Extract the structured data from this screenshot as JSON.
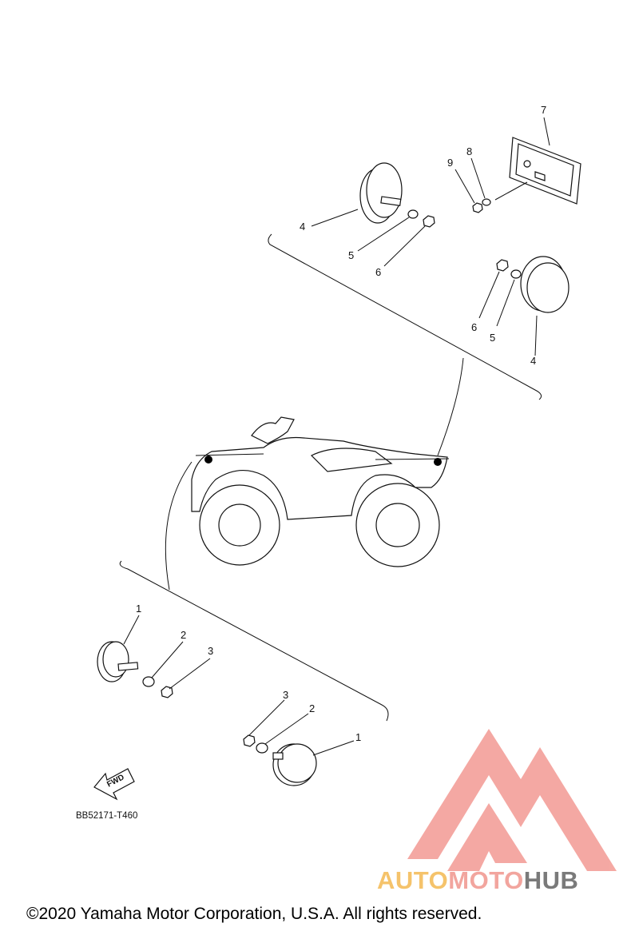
{
  "callouts": {
    "c1a": "1",
    "c1b": "1",
    "c2a": "2",
    "c2b": "2",
    "c3a": "3",
    "c3b": "3",
    "c4a": "4",
    "c4b": "4",
    "c5a": "5",
    "c5b": "5",
    "c6a": "6",
    "c6b": "6",
    "c7": "7",
    "c8": "8",
    "c9": "9"
  },
  "fwd_label": "FWD",
  "diagram_code": "BB52171-T460",
  "copyright": "©2020 Yamaha Motor Corporation, U.S.A. All rights reserved.",
  "watermark": {
    "part1": "AUTO",
    "part2": "MOTO",
    "part3": "HUB",
    "colors": {
      "auto": "#f5c36b",
      "moto": "#f2a59e",
      "hub": "#7a7a7a",
      "logo": "#f39a93"
    }
  }
}
